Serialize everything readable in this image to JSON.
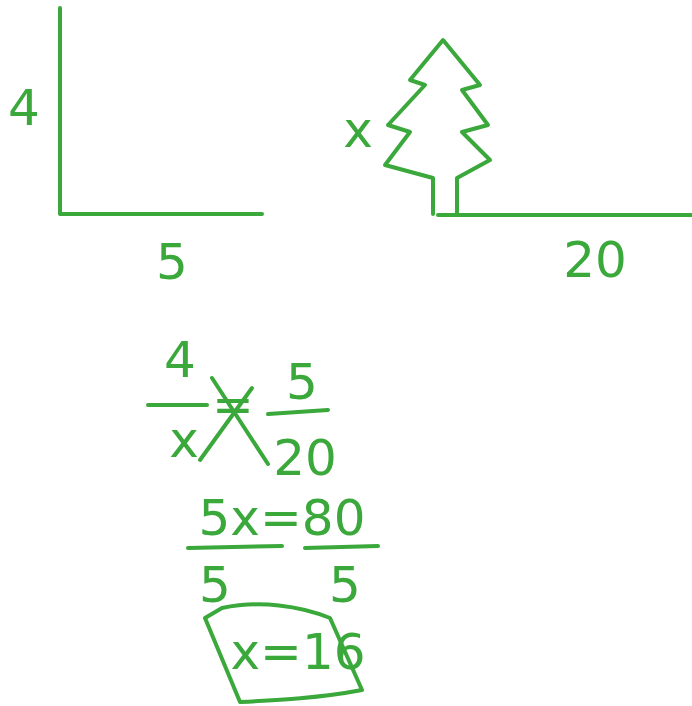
{
  "diagram": {
    "labels": [
      "4",
      "5",
      "x",
      "20",
      "4",
      "x",
      "=",
      "5",
      "20",
      "5x=80",
      "5",
      "5",
      "x=16"
    ]
  }
}
